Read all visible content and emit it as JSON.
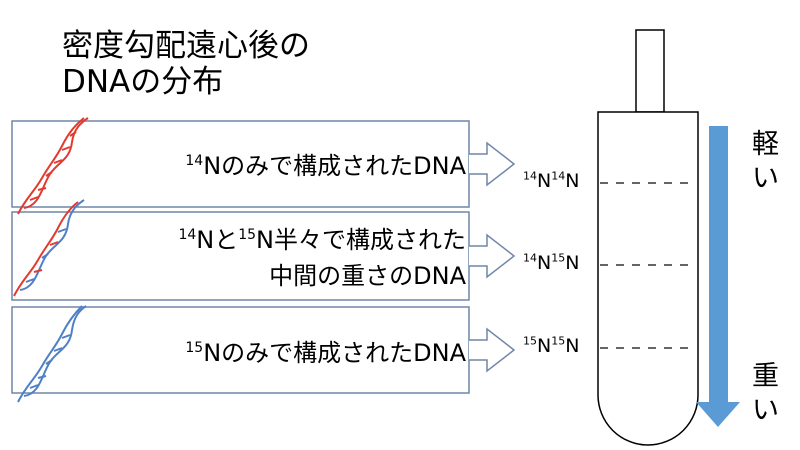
{
  "title": {
    "line1": "密度勾配遠心後の",
    "line2": "DNAの分布"
  },
  "rows": [
    {
      "parts": [
        {
          "sup": "14"
        },
        {
          "text": "Nのみで構成されたDNA"
        }
      ]
    },
    {
      "line1": [
        {
          "sup": "14"
        },
        {
          "text": "Nと"
        },
        {
          "sup": "15"
        },
        {
          "text": "N半々で構成された"
        }
      ],
      "line2": "中間の重さのDNA"
    },
    {
      "parts": [
        {
          "sup": "15"
        },
        {
          "text": "Nのみで構成されたDNA"
        }
      ]
    }
  ],
  "bands": [
    {
      "parts": [
        {
          "sup": "14"
        },
        {
          "text": "N"
        },
        {
          "sup": "14"
        },
        {
          "text": "N"
        }
      ]
    },
    {
      "parts": [
        {
          "sup": "14"
        },
        {
          "text": "N"
        },
        {
          "sup": "15"
        },
        {
          "text": "N"
        }
      ]
    },
    {
      "parts": [
        {
          "sup": "15"
        },
        {
          "text": "N"
        },
        {
          "sup": "15"
        },
        {
          "text": "N"
        }
      ]
    }
  ],
  "axis": {
    "top": "軽い",
    "bottom": "重い"
  },
  "colors": {
    "light_dna": "#e23a2e",
    "heavy_dna": "#4f7fc6",
    "arrow": "#5b9bd5",
    "box_border": "#6f86a8"
  }
}
